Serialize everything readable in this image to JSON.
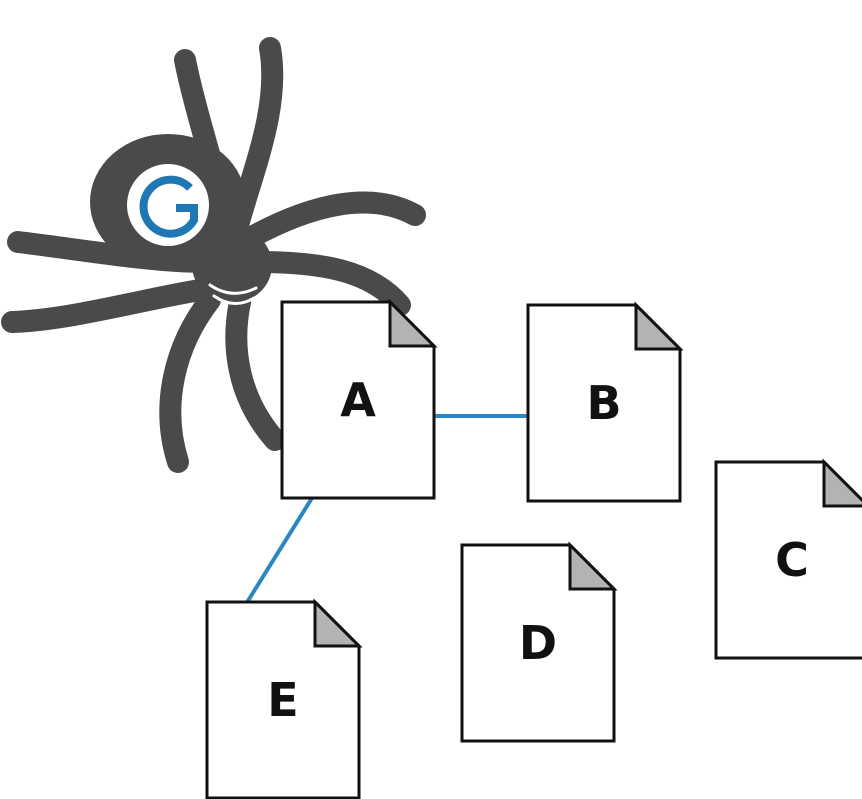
{
  "diagram": {
    "colors": {
      "spider": "#4a4a4c",
      "logo": "#1f77b4",
      "link": "#2b86c5",
      "page_stroke": "#111111",
      "page_fill": "#ffffff",
      "fold_fill": "#b3b3b3"
    },
    "icons": {
      "crawler": "spider-icon",
      "crawler_badge": "google-g-logo-icon",
      "page": "document-page-icon"
    },
    "pages": [
      {
        "id": "A",
        "label": "A"
      },
      {
        "id": "B",
        "label": "B"
      },
      {
        "id": "C",
        "label": "C"
      },
      {
        "id": "D",
        "label": "D"
      },
      {
        "id": "E",
        "label": "E"
      }
    ],
    "links": [
      {
        "from": "A",
        "to": "B"
      },
      {
        "from": "A",
        "to": "E"
      }
    ]
  }
}
